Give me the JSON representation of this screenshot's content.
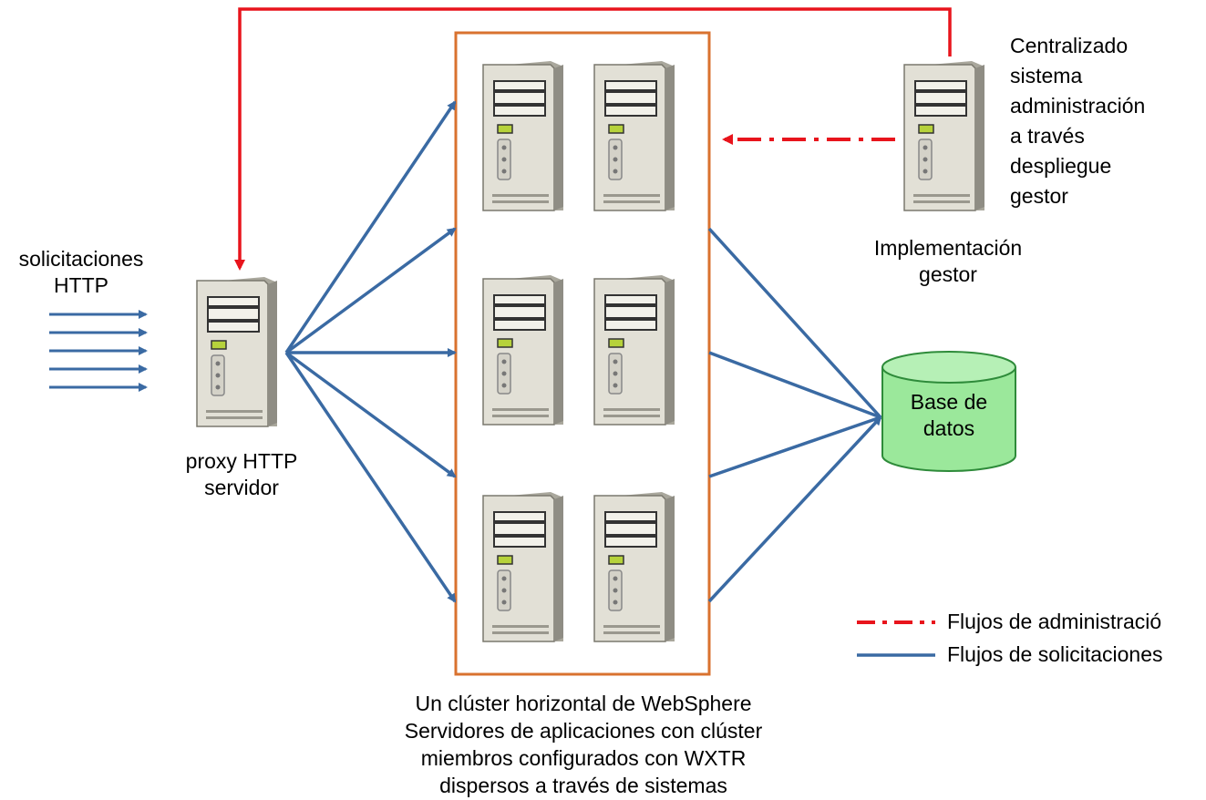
{
  "labels": {
    "http_requests": "solicitaciones\nHTTP",
    "proxy_server": "proxy HTTP\nservidor",
    "deployment_manager": "Implementación\ngestor",
    "central_admin": "Centralizado\nsistema\nadministración\na través\ndespliegue\ngestor",
    "database": "Base de\ndatos",
    "cluster_caption": "Un clúster horizontal de WebSphere\nServidores de aplicaciones con clúster\nmiembros configurados con WXTR\ndispersos a través de sistemas"
  },
  "legend": {
    "admin_flows": "Flujos de administració",
    "request_flows": "Flujos de solicitaciones"
  },
  "colors": {
    "request_flow": "#3a6aa3",
    "admin_flow": "#e8141c",
    "cluster_border": "#d9722f",
    "database_fill": "#9be89b",
    "database_stroke": "#2e8b3a",
    "server_body": "#e2e0d6",
    "server_led": "#b6d23b"
  },
  "icons": {
    "server": "server-tower-icon",
    "database": "database-cylinder-icon"
  }
}
